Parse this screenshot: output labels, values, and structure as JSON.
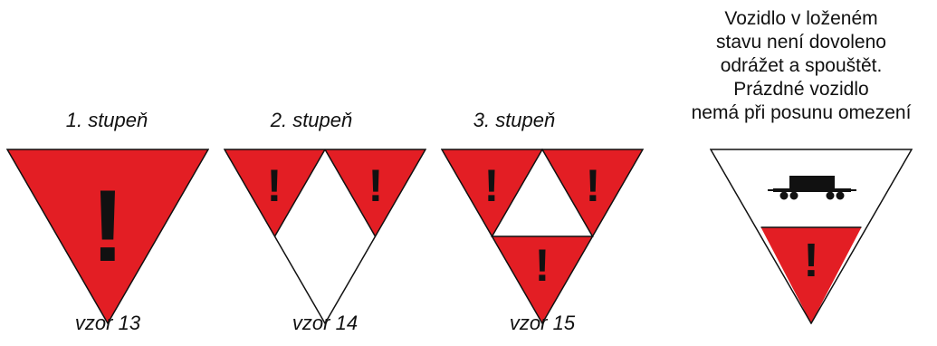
{
  "colors": {
    "red": "#e31e24",
    "black": "#111111",
    "white": "#ffffff"
  },
  "signs": [
    {
      "caption_top": "1. stupeň",
      "caption_bottom": "vzor 13",
      "mark": "!"
    },
    {
      "caption_top": "2. stupeň",
      "caption_bottom": "vzor 14",
      "mark": "!"
    },
    {
      "caption_top": "3. stupeň",
      "caption_bottom": "vzor 15",
      "mark": "!"
    },
    {
      "mark": "!",
      "icon": "loaded-wagon-icon",
      "note_lines": [
        "Vozidlo v loženém",
        "stavu není dovoleno",
        "odrážet a spouštět.",
        "Prázdné vozidlo",
        "nemá při posunu omezení"
      ]
    }
  ]
}
